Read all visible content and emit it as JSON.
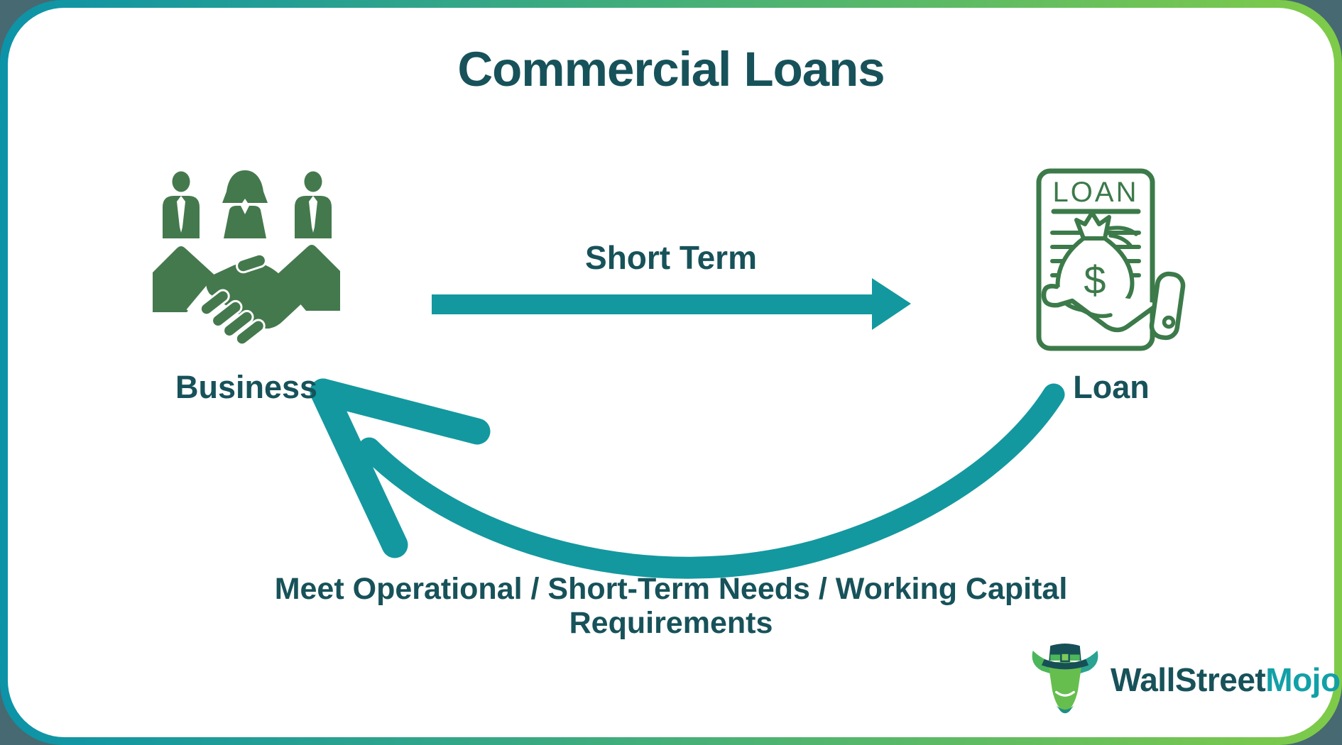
{
  "title": "Commercial Loans",
  "nodes": {
    "business": {
      "label": "Business"
    },
    "loan": {
      "label": "Loan",
      "document_title": "LOAN",
      "currency_symbol": "$"
    }
  },
  "arrows": {
    "forward": {
      "label": "Short Term",
      "direction": "business-to-loan"
    },
    "return": {
      "label_line1": "Meet Operational / Short-Term Needs / Working Capital",
      "label_line2": "Requirements",
      "direction": "loan-to-business"
    }
  },
  "branding": {
    "name_primary": "WallStreet",
    "name_secondary": "Mojo"
  },
  "colors": {
    "heading_text": "#17525A",
    "arrow_teal": "#13989F",
    "icon_green": "#44794D",
    "outline_green": "#3C7A4A",
    "brand_teal": "#12A0A8",
    "border_gradient_start": "#0C93A8",
    "border_gradient_end": "#7FCB49",
    "page_background": "#476971",
    "card_background": "#FFFFFF"
  }
}
